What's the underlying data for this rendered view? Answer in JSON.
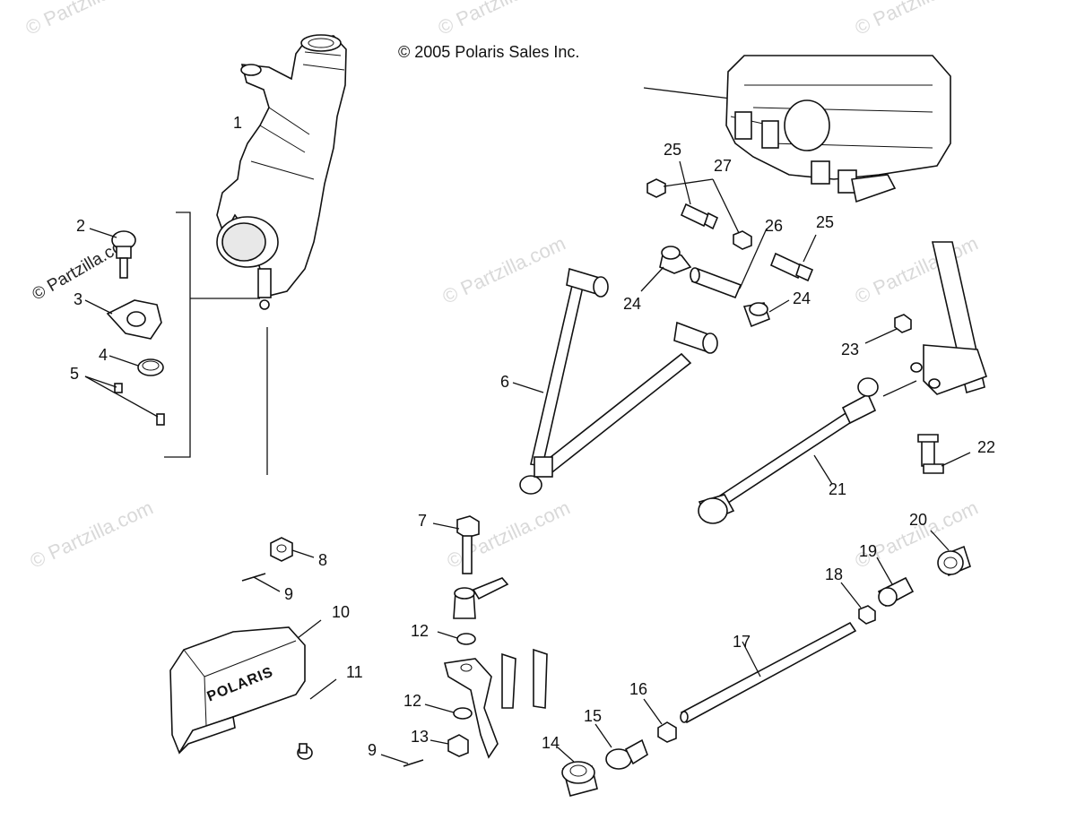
{
  "copyright": "© 2005 Polaris Sales Inc.",
  "watermark": "© Partzilla.com",
  "logo_text": "POLARIS",
  "callouts": {
    "c1": "1",
    "c2": "2",
    "c3": "3",
    "c4": "4",
    "c5": "5",
    "c6": "6",
    "c7": "7",
    "c8": "8",
    "c9a": "9",
    "c9b": "9",
    "c10": "10",
    "c11": "11",
    "c12a": "12",
    "c12b": "12",
    "c13": "13",
    "c14": "14",
    "c15": "15",
    "c16": "16",
    "c17": "17",
    "c18": "18",
    "c19": "19",
    "c20": "20",
    "c21": "21",
    "c22": "22",
    "c23": "23",
    "c24a": "24",
    "c24b": "24",
    "c25a": "25",
    "c25b": "25",
    "c26": "26",
    "c27": "27"
  }
}
